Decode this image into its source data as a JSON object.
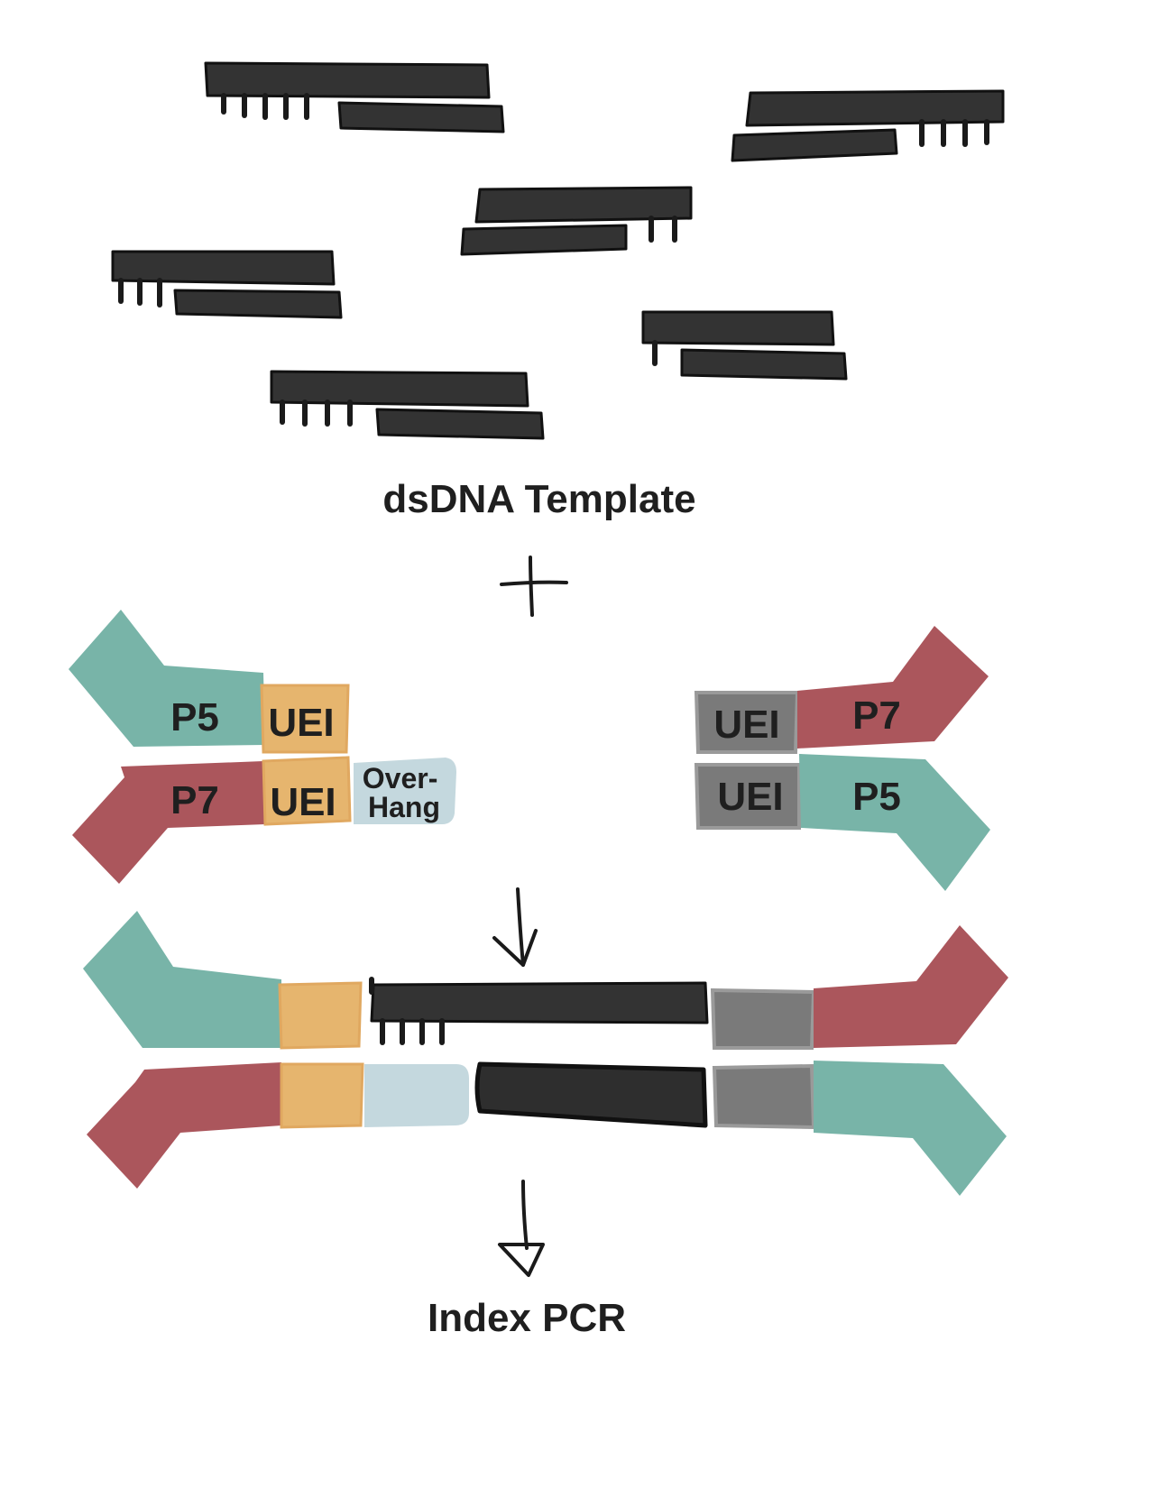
{
  "title": "dsDNA Template",
  "footer": "Index PCR",
  "plus": "+",
  "adapters": {
    "left": {
      "top_primer": "P5",
      "top_uei": "UEI",
      "bottom_primer": "P7",
      "bottom_uei": "UEI",
      "overhang": "Over-\nHang"
    },
    "right": {
      "top_primer": "P7",
      "top_uei": "UEI",
      "bottom_primer": "P5",
      "bottom_uei": "UEI"
    }
  },
  "colors": {
    "p5": "#78b4a8",
    "p7": "#ab565c",
    "uei_left": "#e6b56e",
    "uei_right": "#7a7a7a",
    "overhang": "#c4d8de",
    "dna": "#333333"
  }
}
